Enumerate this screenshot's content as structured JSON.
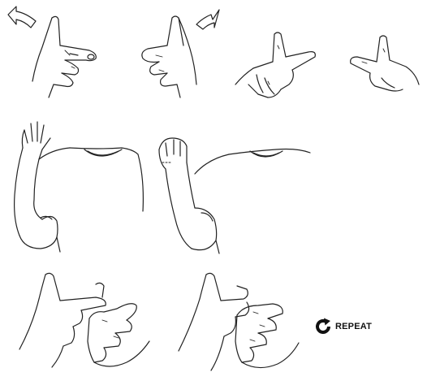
{
  "repeat": {
    "label": "REPEAT",
    "icon": "repeat-icon"
  },
  "colors": {
    "line": "#222222",
    "background": "#ffffff",
    "icon": "#111111"
  },
  "illustrations": [
    {
      "name": "step-1-hand-rotate-left",
      "icon": "curved-arrow-icon"
    },
    {
      "name": "step-2-hand-rotate-right",
      "icon": "curved-arrow-icon"
    },
    {
      "name": "step-3-hand-l-shape-front"
    },
    {
      "name": "step-4-hand-l-shape-side"
    },
    {
      "name": "step-5-torso-open-hand"
    },
    {
      "name": "step-6-torso-closed-hand"
    },
    {
      "name": "step-7-hands-grab-open"
    },
    {
      "name": "step-8-hands-grab-closed"
    }
  ]
}
